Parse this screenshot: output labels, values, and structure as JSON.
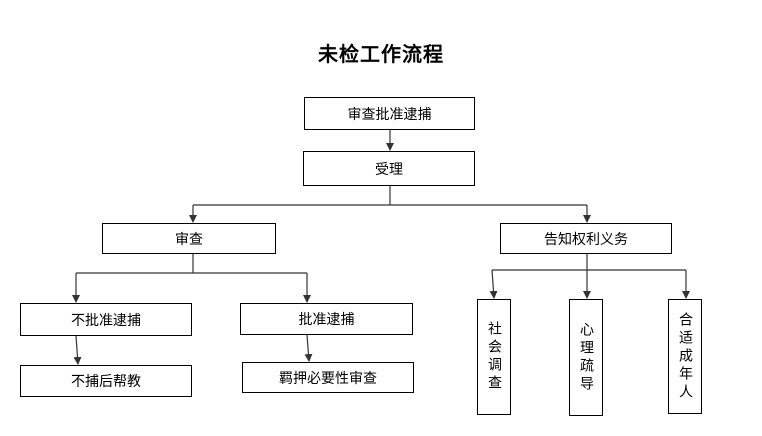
{
  "title": "未检工作流程",
  "nodes": {
    "review_approve": "审查批准逮捕",
    "accept": "受理",
    "review": "审查",
    "inform_rights": "告知权利义务",
    "not_approve": "不批准逮捕",
    "approve": "批准逮捕",
    "no_arrest_help": "不捕后帮教",
    "detention_review": "羁押必要性审查",
    "social_investigation": "社会调查",
    "psych_counsel": "心理疏导",
    "adult_present": "合适成年人"
  }
}
